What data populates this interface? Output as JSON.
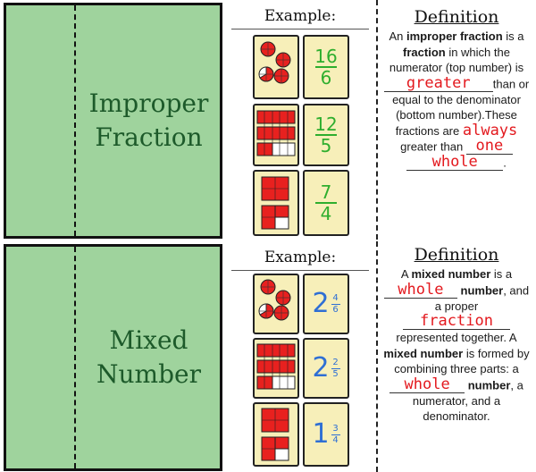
{
  "rows": [
    {
      "term_line1": "Improper",
      "term_line2": "Fraction",
      "example_title": "Example:",
      "fractions": [
        {
          "numerator": "16",
          "denominator": "6"
        },
        {
          "numerator": "12",
          "denominator": "5"
        },
        {
          "numerator": "7",
          "denominator": "4"
        }
      ],
      "definition": {
        "heading": "Definition",
        "t1": "An ",
        "b1": "improper fraction",
        "t2": " is a ",
        "b2": "fraction",
        "t3": " in which the numerator (top number) is",
        "ans1": "greater",
        "t4": "than or equal to the denominator (bottom number).These fractions are ",
        "ans2": "always",
        "t5": "greater than ",
        "ans3": "one",
        "ans4": "whole",
        "t6": "."
      }
    },
    {
      "term_line1": "Mixed",
      "term_line2": "Number",
      "example_title": "Example:",
      "mixed": [
        {
          "whole": "2",
          "numerator": "4",
          "denominator": "6"
        },
        {
          "whole": "2",
          "numerator": "2",
          "denominator": "5"
        },
        {
          "whole": "1",
          "numerator": "3",
          "denominator": "4"
        }
      ],
      "definition": {
        "heading": "Definition",
        "t1": "A ",
        "b1": "mixed number",
        "t2": " is a",
        "ans1": "whole",
        "b2": "number",
        "t3": ", and a proper",
        "ans2": "fraction",
        "t4": "represented together. A ",
        "b3": "mixed number",
        "t5": " is formed by combining three parts: a",
        "ans3": "whole",
        "b4": "number",
        "t6": ", a numerator, and a denominator."
      }
    }
  ],
  "colors": {
    "tab_fill": "#9fd39d",
    "term_text": "#1d5a2a",
    "answer": "#e3191e",
    "card": "#f7efb9",
    "improper_fraction": "#2eae2e",
    "mixed_number": "#2f6fd4",
    "model_red": "#e8211f"
  }
}
